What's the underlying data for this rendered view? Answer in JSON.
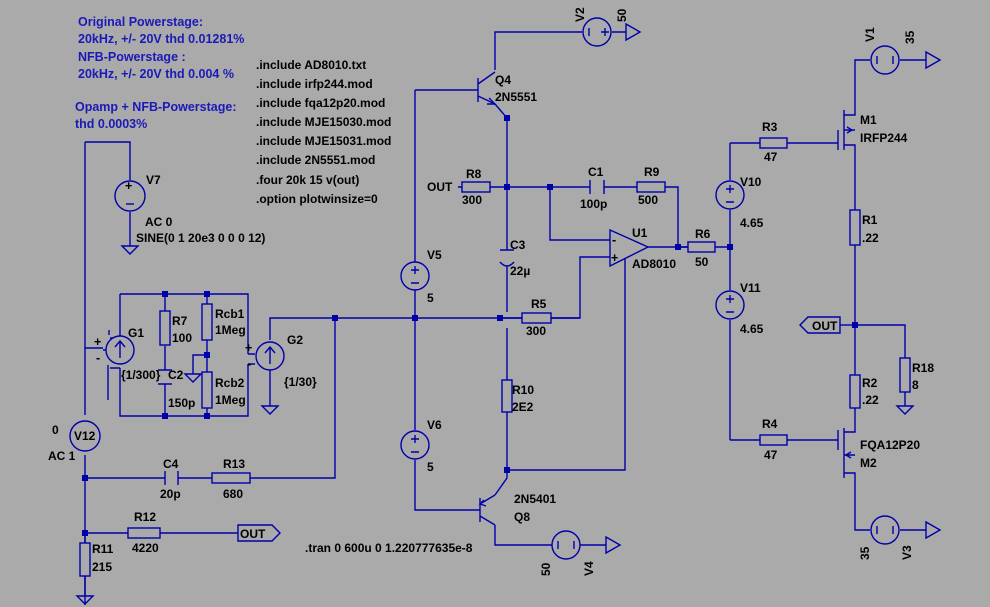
{
  "notes": {
    "orig_title": "Original Powerstage:",
    "orig_value": "20kHz, +/- 20V thd 0.01281%",
    "nfb_title": "NFB-Powerstage  :",
    "nfb_value": "20kHz, +/- 20V thd 0.004 %",
    "opamp_title": "Opamp + NFB-Powerstage:",
    "opamp_value": "thd 0.0003%"
  },
  "directives": [
    ".include AD8010.txt",
    ".include irfp244.mod",
    ".include fqa12p20.mod",
    ".include MJE15030.mod",
    ".include MJE15031.mod",
    ".include 2N5551.mod",
    ".four 20k 15 v(out)",
    ".option plotwinsize=0"
  ],
  "tran": ".tran 0 600u 0 1.220777635e-8",
  "components": {
    "V7": {
      "name": "V7",
      "value": "AC 0",
      "value2": "SINE(0 1 20e3 0 0 0 12)"
    },
    "V12": {
      "name": "V12",
      "left": "0",
      "value": "AC 1"
    },
    "G1": {
      "name": "G1",
      "value": "{1/300}"
    },
    "G2": {
      "name": "G2",
      "value": "{1/30}"
    },
    "R7": {
      "name": "R7",
      "value": "100"
    },
    "C2": {
      "name": "C2",
      "value": "150p"
    },
    "Rcb1": {
      "name": "Rcb1",
      "value": "1Meg"
    },
    "Rcb2": {
      "name": "Rcb2",
      "value": "1Meg"
    },
    "C4": {
      "name": "C4",
      "value": "20p"
    },
    "R13": {
      "name": "R13",
      "value": "680"
    },
    "R12": {
      "name": "R12",
      "value": "4220"
    },
    "R11": {
      "name": "R11",
      "value": "215"
    },
    "V2": {
      "name": "V2",
      "value": "50"
    },
    "Q4": {
      "name": "Q4",
      "value": "2N5551"
    },
    "V5": {
      "name": "V5",
      "value": "5"
    },
    "V6": {
      "name": "V6",
      "value": "5"
    },
    "Q8": {
      "name": "Q8",
      "value": "2N5401"
    },
    "V4": {
      "name": "V4",
      "value": "50"
    },
    "R8": {
      "name": "R8",
      "value": "300"
    },
    "C1": {
      "name": "C1",
      "value": "100p"
    },
    "R9": {
      "name": "R9",
      "value": "500"
    },
    "C3": {
      "name": "C3",
      "value": "22µ"
    },
    "R5": {
      "name": "R5",
      "value": "300"
    },
    "R10": {
      "name": "R10",
      "value": "2E2"
    },
    "U1": {
      "name": "U1",
      "value": "AD8010"
    },
    "R6": {
      "name": "R6",
      "value": "50"
    },
    "V10": {
      "name": "V10",
      "value": "4.65"
    },
    "V11": {
      "name": "V11",
      "value": "4.65"
    },
    "R3": {
      "name": "R3",
      "value": "47"
    },
    "R4": {
      "name": "R4",
      "value": "47"
    },
    "M1": {
      "name": "M1",
      "value": "IRFP244"
    },
    "M2": {
      "name": "M2",
      "value": "FQA12P20"
    },
    "V1": {
      "name": "V1",
      "value": "35"
    },
    "V3": {
      "name": "V3",
      "value": "35"
    },
    "R1": {
      "name": "R1",
      "value": ".22"
    },
    "R2": {
      "name": "R2",
      "value": ".22"
    },
    "R18": {
      "name": "R18",
      "value": "8"
    }
  },
  "netlabels": {
    "out": "OUT"
  },
  "colors": {
    "background": "#aaaaaa",
    "wire": "#0000aa",
    "text": "#000000",
    "note": "#1a1ab8"
  }
}
